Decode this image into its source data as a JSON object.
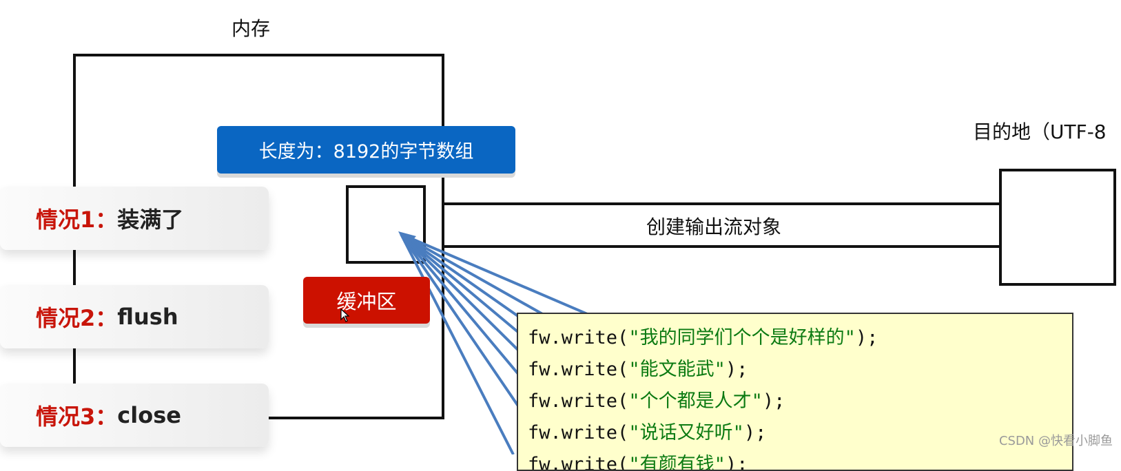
{
  "memory": {
    "title": "内存"
  },
  "buffer": {
    "length_label": "长度为：8192的字节数组",
    "name_label": "缓冲区"
  },
  "stream": {
    "label": "创建输出流对象"
  },
  "destination": {
    "label": "目的地（UTF-8"
  },
  "cases": [
    {
      "prefix": "情况1：",
      "text": "装满了"
    },
    {
      "prefix": "情况2：",
      "text": "flush"
    },
    {
      "prefix": "情况3：",
      "text": "close"
    }
  ],
  "code": {
    "call_prefix": "fw.write(",
    "call_suffix": ");",
    "lines": [
      "\"我的同学们个个是好样的\"",
      "\"能文能武\"",
      "\"个个都是人才\"",
      "\"说话又好听\"",
      "\"有颜有钱\""
    ]
  },
  "watermark": "CSDN @快看小脚鱼",
  "colors": {
    "blue_label": "#0a66c2",
    "red_label": "#cc1100",
    "case_text_red": "#c8150a",
    "arrow_blue": "#4a7dbf",
    "code_bg": "#ffffcc",
    "code_string": "#0b7a12"
  }
}
